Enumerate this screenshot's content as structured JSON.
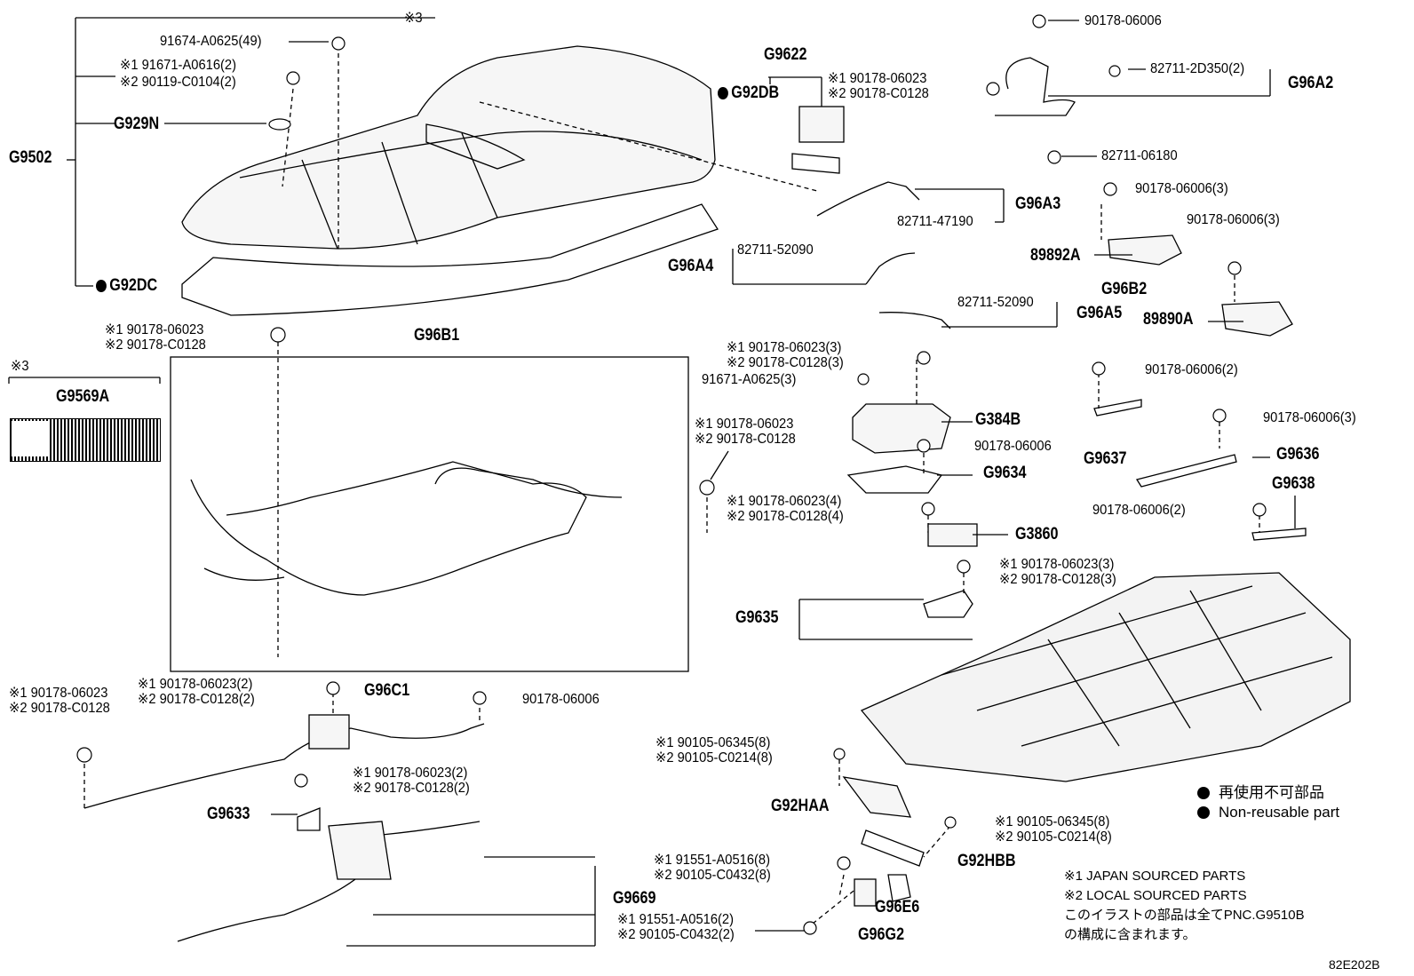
{
  "diagram": {
    "code": "82E202B",
    "labels": {
      "note3_top": "※3",
      "p91674": "91674-A0625(49)",
      "p91671_a": "※1 91671-A0616(2)",
      "p90119": "※2 90119-C0104(2)",
      "G929N": "G929N",
      "G9502": "G9502",
      "G92DC": "G92DC",
      "G9622": "G9622",
      "G92DB": "G92DB",
      "p_g9622_1": "※1 90178-06023",
      "p_g9622_2": "※2 90178-C0128",
      "p90178_a": "90178-06006",
      "p82711_2d": "82711-2D350(2)",
      "G96A2": "G96A2",
      "p82711_06180": "82711-06180",
      "G96A3": "G96A3",
      "p82711_47190": "82711-47190",
      "p90178_b": "90178-06006(3)",
      "p90178_c": "90178-06006(3)",
      "G96A4": "G96A4",
      "p82711_52090_a": "82711-52090",
      "p89892A": "89892A",
      "G96B2": "G96B2",
      "p89890A": "89890A",
      "p82711_52090_b": "82711-52090",
      "G96A5": "G96A5",
      "p_left_1": "※1 90178-06023",
      "p_left_2": "※2 90178-C0128",
      "G96B1": "G96B1",
      "note3_left": "※3",
      "G9569A": "G9569A",
      "p_384_1": "※1 90178-06023(3)",
      "p_384_2": "※2 90178-C0128(3)",
      "p91671_b": "91671-A0625(3)",
      "G384B": "G384B",
      "p90178_d": "90178-06006",
      "G9634": "G9634",
      "p_3860_1": "※1 90178-06023(4)",
      "p_3860_2": "※2 90178-C0128(4)",
      "G3860": "G3860",
      "p90178_e": "90178-06006(2)",
      "G9637": "G9637",
      "p90178_f": "90178-06006(3)",
      "G9636": "G9636",
      "G9638": "G9638",
      "p90178_g": "90178-06006(2)",
      "p_mid_1": "※1 90178-06023",
      "p_mid_2": "※2 90178-C0128",
      "p_9635_1": "※1 90178-06023(3)",
      "p_9635_2": "※2 90178-C0128(3)",
      "G9635": "G9635",
      "p_bl_1": "※1 90178-06023",
      "p_bl_2": "※2 90178-C0128",
      "p_c1_1": "※1 90178-06023(2)",
      "p_c1_2": "※2 90178-C0128(2)",
      "G96C1": "G96C1",
      "p90178_h": "90178-06006",
      "p_9633_1": "※1 90178-06023(2)",
      "p_9633_2": "※2 90178-C0128(2)",
      "G9633": "G9633",
      "G9669": "G9669",
      "p_haa_1": "※1 90105-06345(8)",
      "p_haa_2": "※2 90105-C0214(8)",
      "G92HAA": "G92HAA",
      "p_hbb_1": "※1 90105-06345(8)",
      "p_hbb_2": "※2 90105-C0214(8)",
      "G92HBB": "G92HBB",
      "p_e6_1": "※1 91551-A0516(8)",
      "p_e6_2": "※2 90105-C0432(8)",
      "G96E6": "G96E6",
      "p_g2_1": "※1 91551-A0516(2)",
      "p_g2_2": "※2 90105-C0432(2)",
      "G96G2": "G96G2"
    },
    "legend": {
      "jp": "再使用不可部品",
      "en": "Non-reusable part"
    },
    "notes": [
      "※1 JAPAN SOURCED PARTS",
      "※2 LOCAL SOURCED PARTS",
      "このイラストの部品は全てPNC.G9510B",
      "の構成に含まれます。"
    ],
    "colors": {
      "line": "#000000",
      "background": "#ffffff",
      "fill": "#f4f4f4"
    }
  }
}
